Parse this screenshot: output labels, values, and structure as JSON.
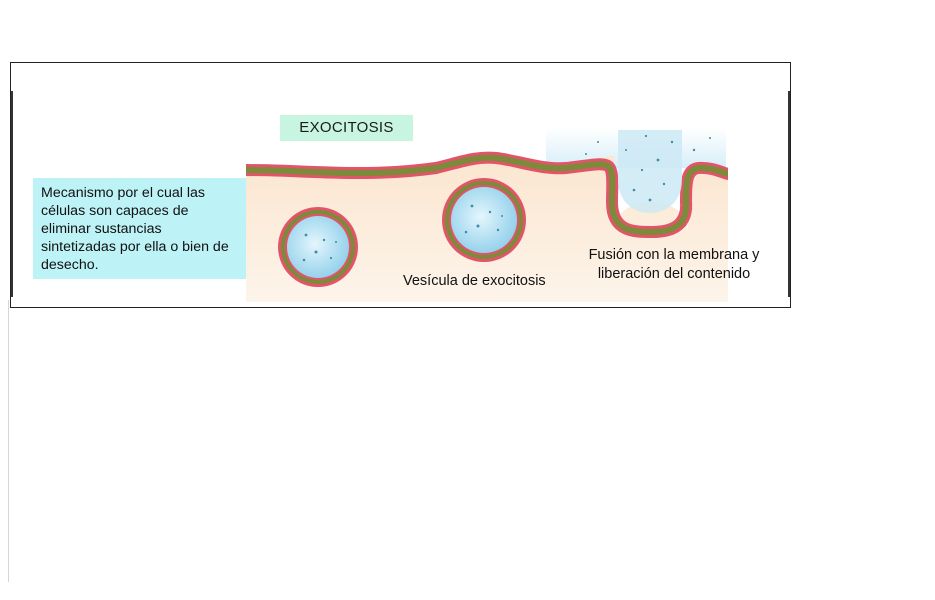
{
  "title": "EXOCITOSIS",
  "description": "Mecanismo por el cual las células son capaces de eliminar sustancias sintetizadas por ella o bien de desecho.",
  "labels": {
    "vesicle": "Vesícula de exocitosis",
    "fusion_line1": "Fusión con la membrana y",
    "fusion_line2": "liberación del contenido"
  },
  "colors": {
    "membrane_head": "#e2546a",
    "membrane_core": "#7d8a3a",
    "cytoplasm": "#fbe9d4",
    "extracellular": "#e7f4fb",
    "vesicle_fill": "#a7d9ef",
    "title_bg": "#c8f5e1",
    "desc_bg": "#bdf2f7"
  }
}
